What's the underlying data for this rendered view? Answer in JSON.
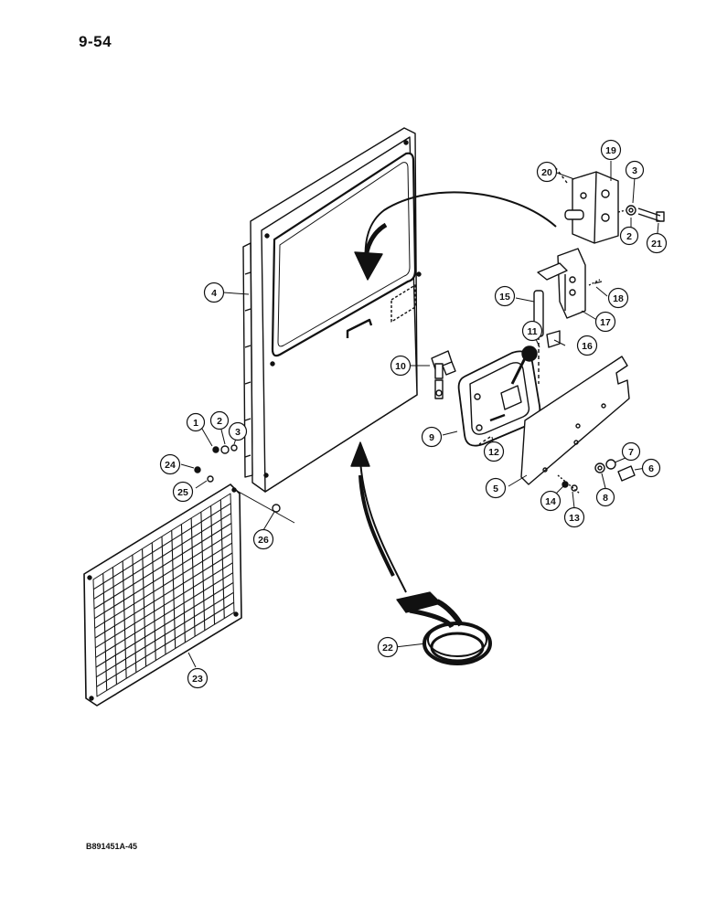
{
  "page": {
    "number": "9-54",
    "figure_code": "B891451A-45"
  },
  "callouts": [
    {
      "id": "c1",
      "label": "1"
    },
    {
      "id": "c2a",
      "label": "2"
    },
    {
      "id": "c3a",
      "label": "3"
    },
    {
      "id": "c2b",
      "label": "2"
    },
    {
      "id": "c3b",
      "label": "3"
    },
    {
      "id": "c4",
      "label": "4"
    },
    {
      "id": "c5",
      "label": "5"
    },
    {
      "id": "c6",
      "label": "6"
    },
    {
      "id": "c7",
      "label": "7"
    },
    {
      "id": "c8",
      "label": "8"
    },
    {
      "id": "c9",
      "label": "9"
    },
    {
      "id": "c10",
      "label": "10"
    },
    {
      "id": "c11",
      "label": "11"
    },
    {
      "id": "c12",
      "label": "12"
    },
    {
      "id": "c13",
      "label": "13"
    },
    {
      "id": "c14",
      "label": "14"
    },
    {
      "id": "c15",
      "label": "15"
    },
    {
      "id": "c16",
      "label": "16"
    },
    {
      "id": "c17",
      "label": "17"
    },
    {
      "id": "c18",
      "label": "18"
    },
    {
      "id": "c19",
      "label": "19"
    },
    {
      "id": "c20",
      "label": "20"
    },
    {
      "id": "c21",
      "label": "21"
    },
    {
      "id": "c22",
      "label": "22"
    },
    {
      "id": "c23",
      "label": "23"
    },
    {
      "id": "c24",
      "label": "24"
    },
    {
      "id": "c25",
      "label": "25"
    },
    {
      "id": "c26",
      "label": "26"
    }
  ]
}
